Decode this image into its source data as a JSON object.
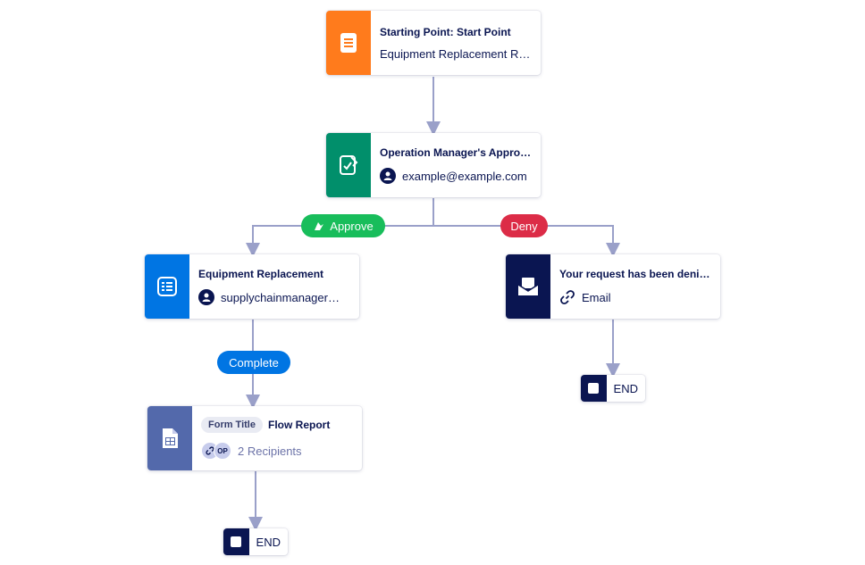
{
  "nodes": {
    "start": {
      "title": "Starting Point: Start Point",
      "subtitle": "Equipment Replacement R…",
      "color": "#ff7b1c",
      "icon": "document-icon"
    },
    "approval": {
      "title": "Operation Manager's Approval",
      "subtitle": "example@example.com",
      "color": "#018f6b",
      "icon": "approval-icon"
    },
    "equipment": {
      "title": "Equipment Replacement",
      "subtitle": "supplychainmanager…",
      "color": "#0075e3",
      "icon": "task-list-icon"
    },
    "denied": {
      "title": "Your request has been denied.",
      "subtitle": "Email",
      "color": "#0a1551",
      "icon": "mail-icon"
    },
    "report": {
      "chip": "Form Title",
      "title": "Flow Report",
      "subtitle": "2 Recipients",
      "avatar_label": "OP",
      "color": "#5369ab",
      "icon": "report-icon"
    }
  },
  "branches": {
    "approve": {
      "label": "Approve",
      "color": "#18bd5b"
    },
    "deny": {
      "label": "Deny",
      "color": "#dc2c47"
    },
    "complete": {
      "label": "Complete",
      "color": "#0075e3"
    }
  },
  "ends": {
    "right": {
      "label": "END"
    },
    "bottom": {
      "label": "END"
    }
  },
  "connector_color": "#9aa0c9"
}
